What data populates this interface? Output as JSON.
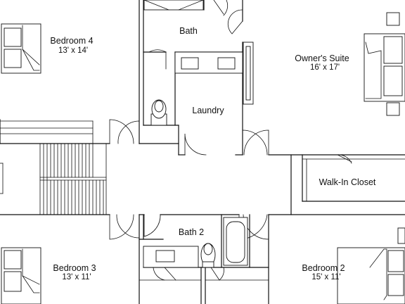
{
  "rooms": {
    "bedroom4": {
      "name": "Bedroom 4",
      "dims": "13' x 14'"
    },
    "bath": {
      "name": "Bath"
    },
    "owners_suite": {
      "name": "Owner's Suite",
      "dims": "16' x 17'"
    },
    "laundry": {
      "name": "Laundry"
    },
    "walk_in_closet": {
      "name": "Walk-In Closet"
    },
    "bath2": {
      "name": "Bath 2"
    },
    "bedroom3": {
      "name": "Bedroom 3",
      "dims": "13' x 11'"
    },
    "bedroom2": {
      "name": "Bedroom 2",
      "dims": "15' x 11'"
    }
  },
  "colors": {
    "line": "#111111",
    "background": "#ffffff"
  }
}
